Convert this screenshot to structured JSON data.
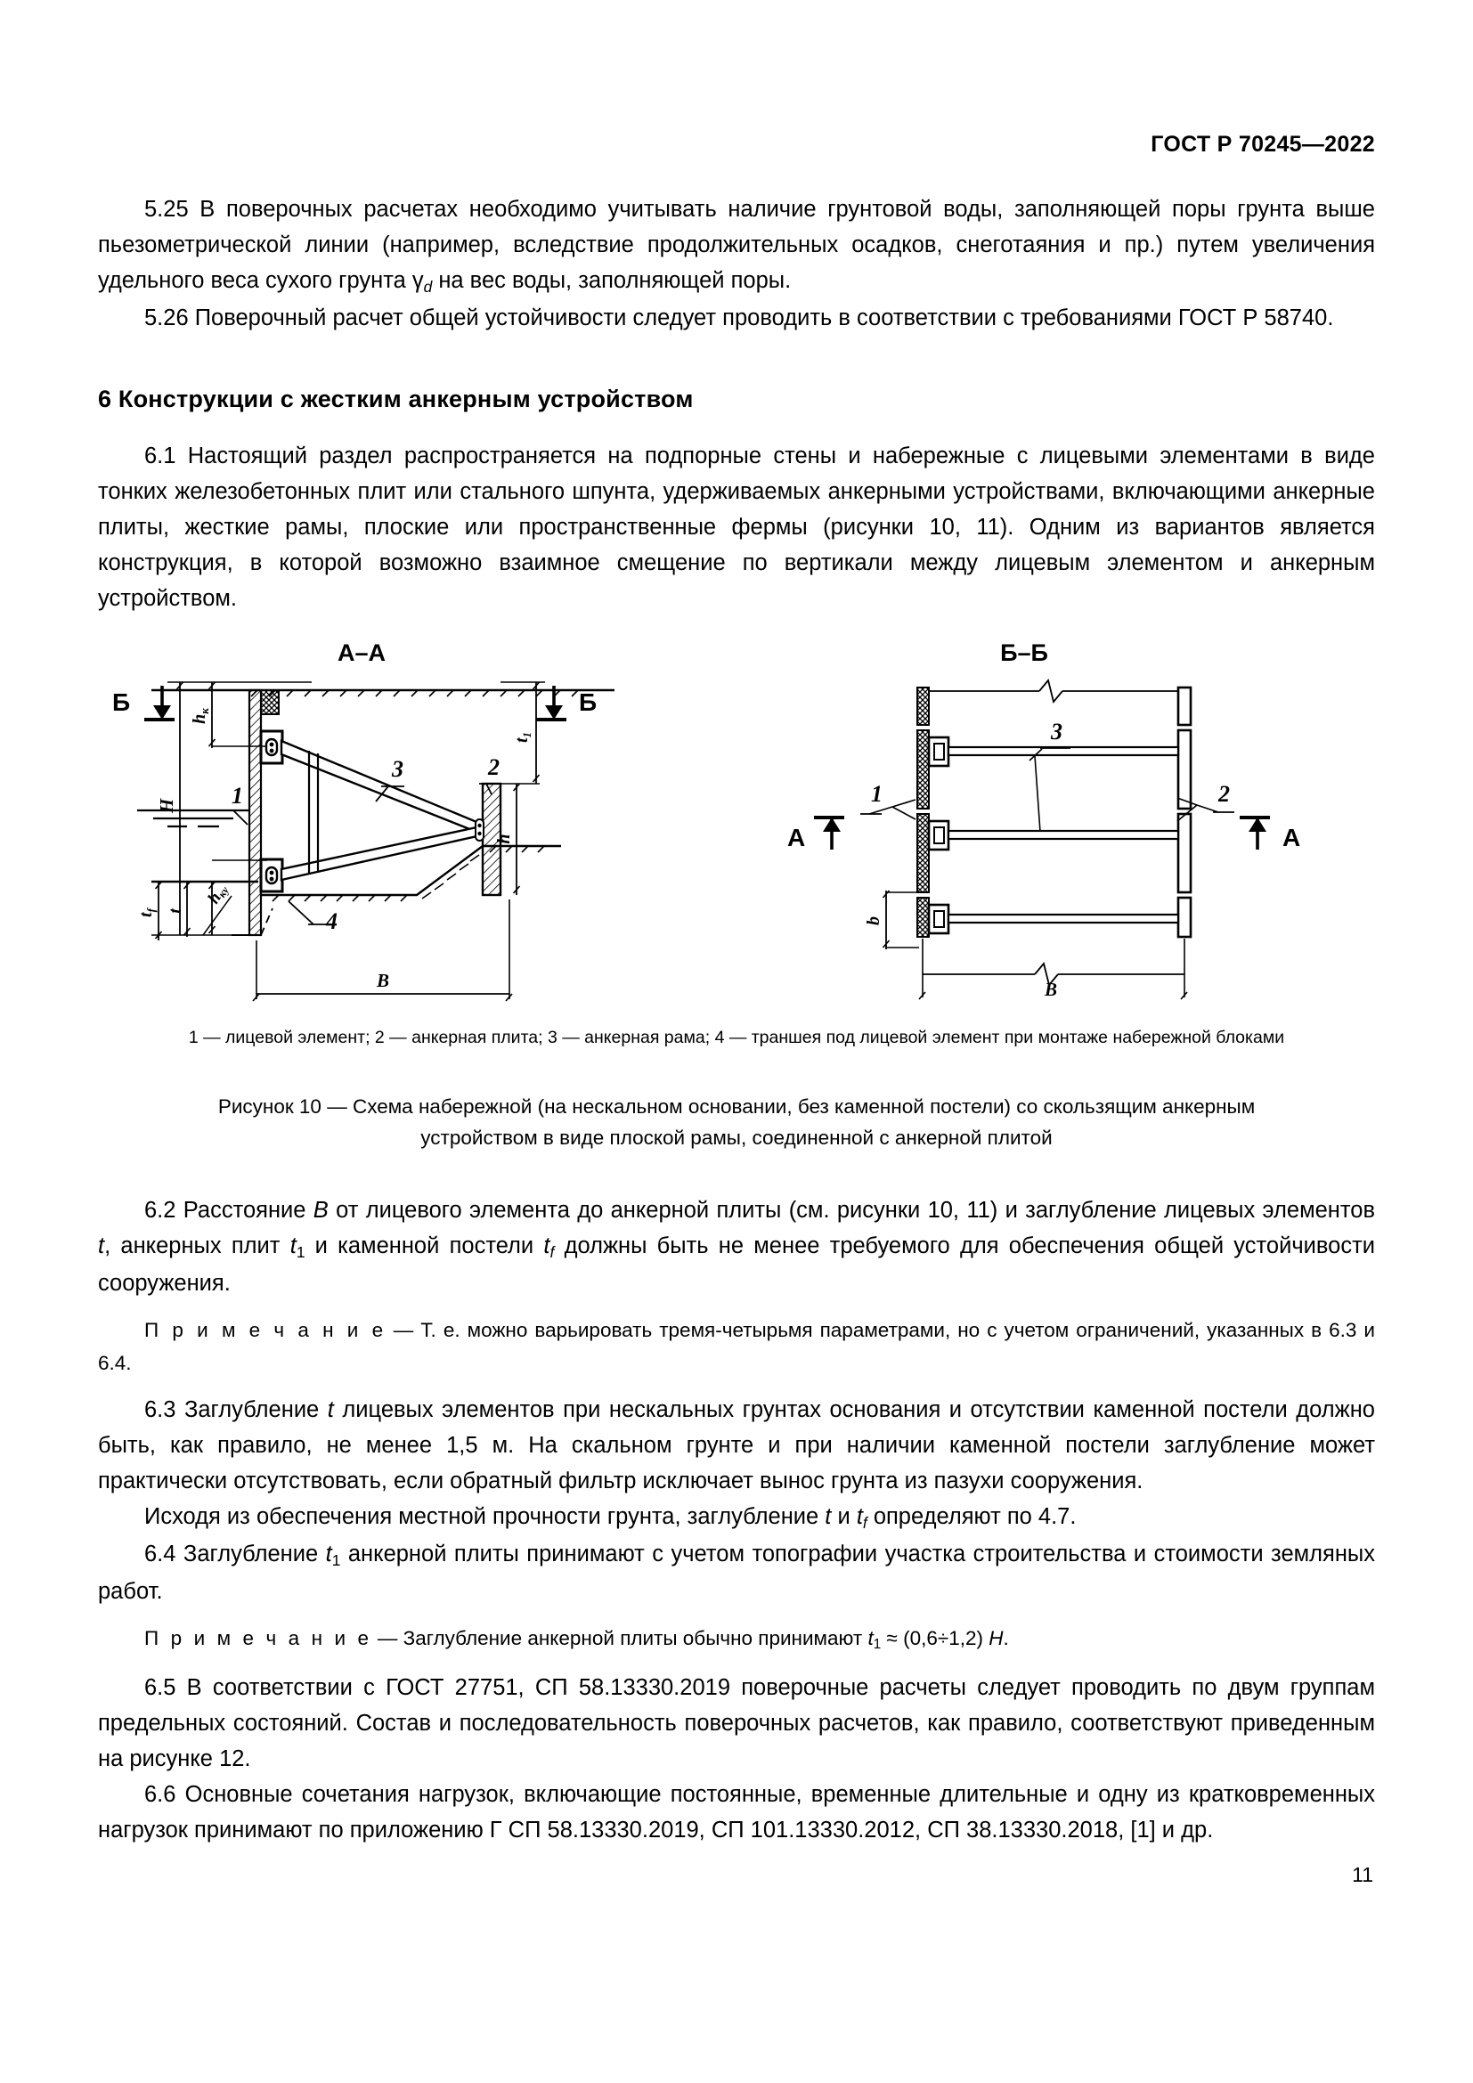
{
  "header": {
    "standard": "ГОСТ Р 70245—2022"
  },
  "page_number": "11",
  "body": {
    "p_5_25": "5.25 В поверочных расчетах необходимо учитывать наличие грунтовой воды, заполняющей поры грунта выше пьезометрической линии (например, вследствие продолжительных осадков, снеготаяния и пр.) путем увеличения удельного веса сухого грунта γ",
    "p_5_25_sub": "d",
    "p_5_25_tail": " на вес воды, заполняющей поры.",
    "p_5_26": "5.26 Поверочный расчет общей устойчивости следует проводить в соответствии с требованиями ГОСТ Р 58740.",
    "section_6_title": "6  Конструкции с жестким анкерным устройством",
    "p_6_1": "6.1 Настоящий раздел распространяется на подпорные стены и набережные  с лицевыми элементами в виде тонких железобетонных плит или стального шпунта, удерживаемых анкерными устройствами, включающими анкерные плиты, жесткие рамы, плоские или пространственные фермы (рисунки 10, 11). Одним из вариантов является конструкция, в которой возможно взаимное смещение по вертикали между лицевым элементом и анкерным устройством.",
    "p_6_2_a": "6.2 Расстояние ",
    "p_6_2_B": "B",
    "p_6_2_b": " от лицевого элемента до анкерной плиты (см. рисунки 10, 11) и заглубление лицевых элементов ",
    "p_6_2_t": "t",
    "p_6_2_c": ", анкерных плит ",
    "p_6_2_t1": "t",
    "p_6_2_t1_sub": "1",
    "p_6_2_d": " и каменной постели ",
    "p_6_2_tf": "t",
    "p_6_2_tf_sub": "f",
    "p_6_2_e": " должны быть не менее требуемого для обеспечения общей устойчивости сооружения.",
    "note_1_label": "П р и м е ч а н и е",
    "note_1_text": "  — Т. е. можно варьировать тремя-четырьмя параметрами, но с учетом ограничений, указанных в 6.3 и 6.4.",
    "p_6_3_a": "6.3 Заглубление ",
    "p_6_3_t": "t",
    "p_6_3_b": " лицевых элементов при нескальных грунтах основания и отсутствии каменной постели должно быть, как правило, не менее 1,5 м. На скальном грунте и при наличии каменной постели заглубление может практически отсутствовать, если обратный фильтр исключает вынос грунта из пазухи сооружения.",
    "p_6_3_2_a": "Исходя из обеспечения местной прочности грунта, заглубление ",
    "p_6_3_2_t": "t",
    "p_6_3_2_b": " и ",
    "p_6_3_2_tf": "t",
    "p_6_3_2_tf_sub": "f",
    "p_6_3_2_c": " определяют по 4.7.",
    "p_6_4_a": "6.4 Заглубление ",
    "p_6_4_t1": "t",
    "p_6_4_t1_sub": "1",
    "p_6_4_b": " анкерной плиты принимают с учетом топографии участка строительства и стоимости земляных работ.",
    "note_2_label": "П р и м е ч а н и е",
    "note_2_a": "  — Заглубление анкерной плиты обычно принимают ",
    "note_2_t1": "t",
    "note_2_t1_sub": "1",
    "note_2_b": " ≈ (0,6÷1,2) ",
    "note_2_H": "H",
    "note_2_c": ".",
    "p_6_5": "6.5 В соответствии с ГОСТ 27751, СП 58.13330.2019  поверочные расчеты следует проводить по двум группам предельных состояний. Состав и последовательность поверочных расчетов, как правило, соответствуют приведенным на рисунке 12.",
    "p_6_6": "6.6 Основные сочетания нагрузок, включающие постоянные, временные длительные и одну из кратковременных нагрузок принимают по приложению Г СП 58.13330.2019, СП 101.13330.2012, СП 38.13330.2018, [1] и др."
  },
  "figure": {
    "view_left_title": "А–А",
    "view_right_title": "Б–Б",
    "marks": {
      "item_1": "1",
      "item_2": "2",
      "item_3": "3",
      "item_4": "4",
      "section_b_left": "Б",
      "section_b_right": "Б",
      "section_a_left": "А",
      "section_a_right": "А"
    },
    "dimensions": {
      "h_k": "h",
      "h_k_sub": "к",
      "H": "H",
      "h": "h",
      "t1": "t",
      "t1_sub": "1",
      "B": "B",
      "b": "b",
      "t": "t",
      "t_f": "t",
      "t_f_sub": "f",
      "h_ku": "h",
      "h_ku_sub": "ку"
    },
    "legend": "1 — лицевой элемент; 2 — анкерная плита; 3 — анкерная рама; 4 — траншея под лицевой элемент при монтаже набережной блоками",
    "caption": "Рисунок 10 — Схема набережной (на нескальном основании, без каменной постели) со скользящим анкерным устройством в виде плоской рамы, соединенной с анкерной плитой"
  }
}
